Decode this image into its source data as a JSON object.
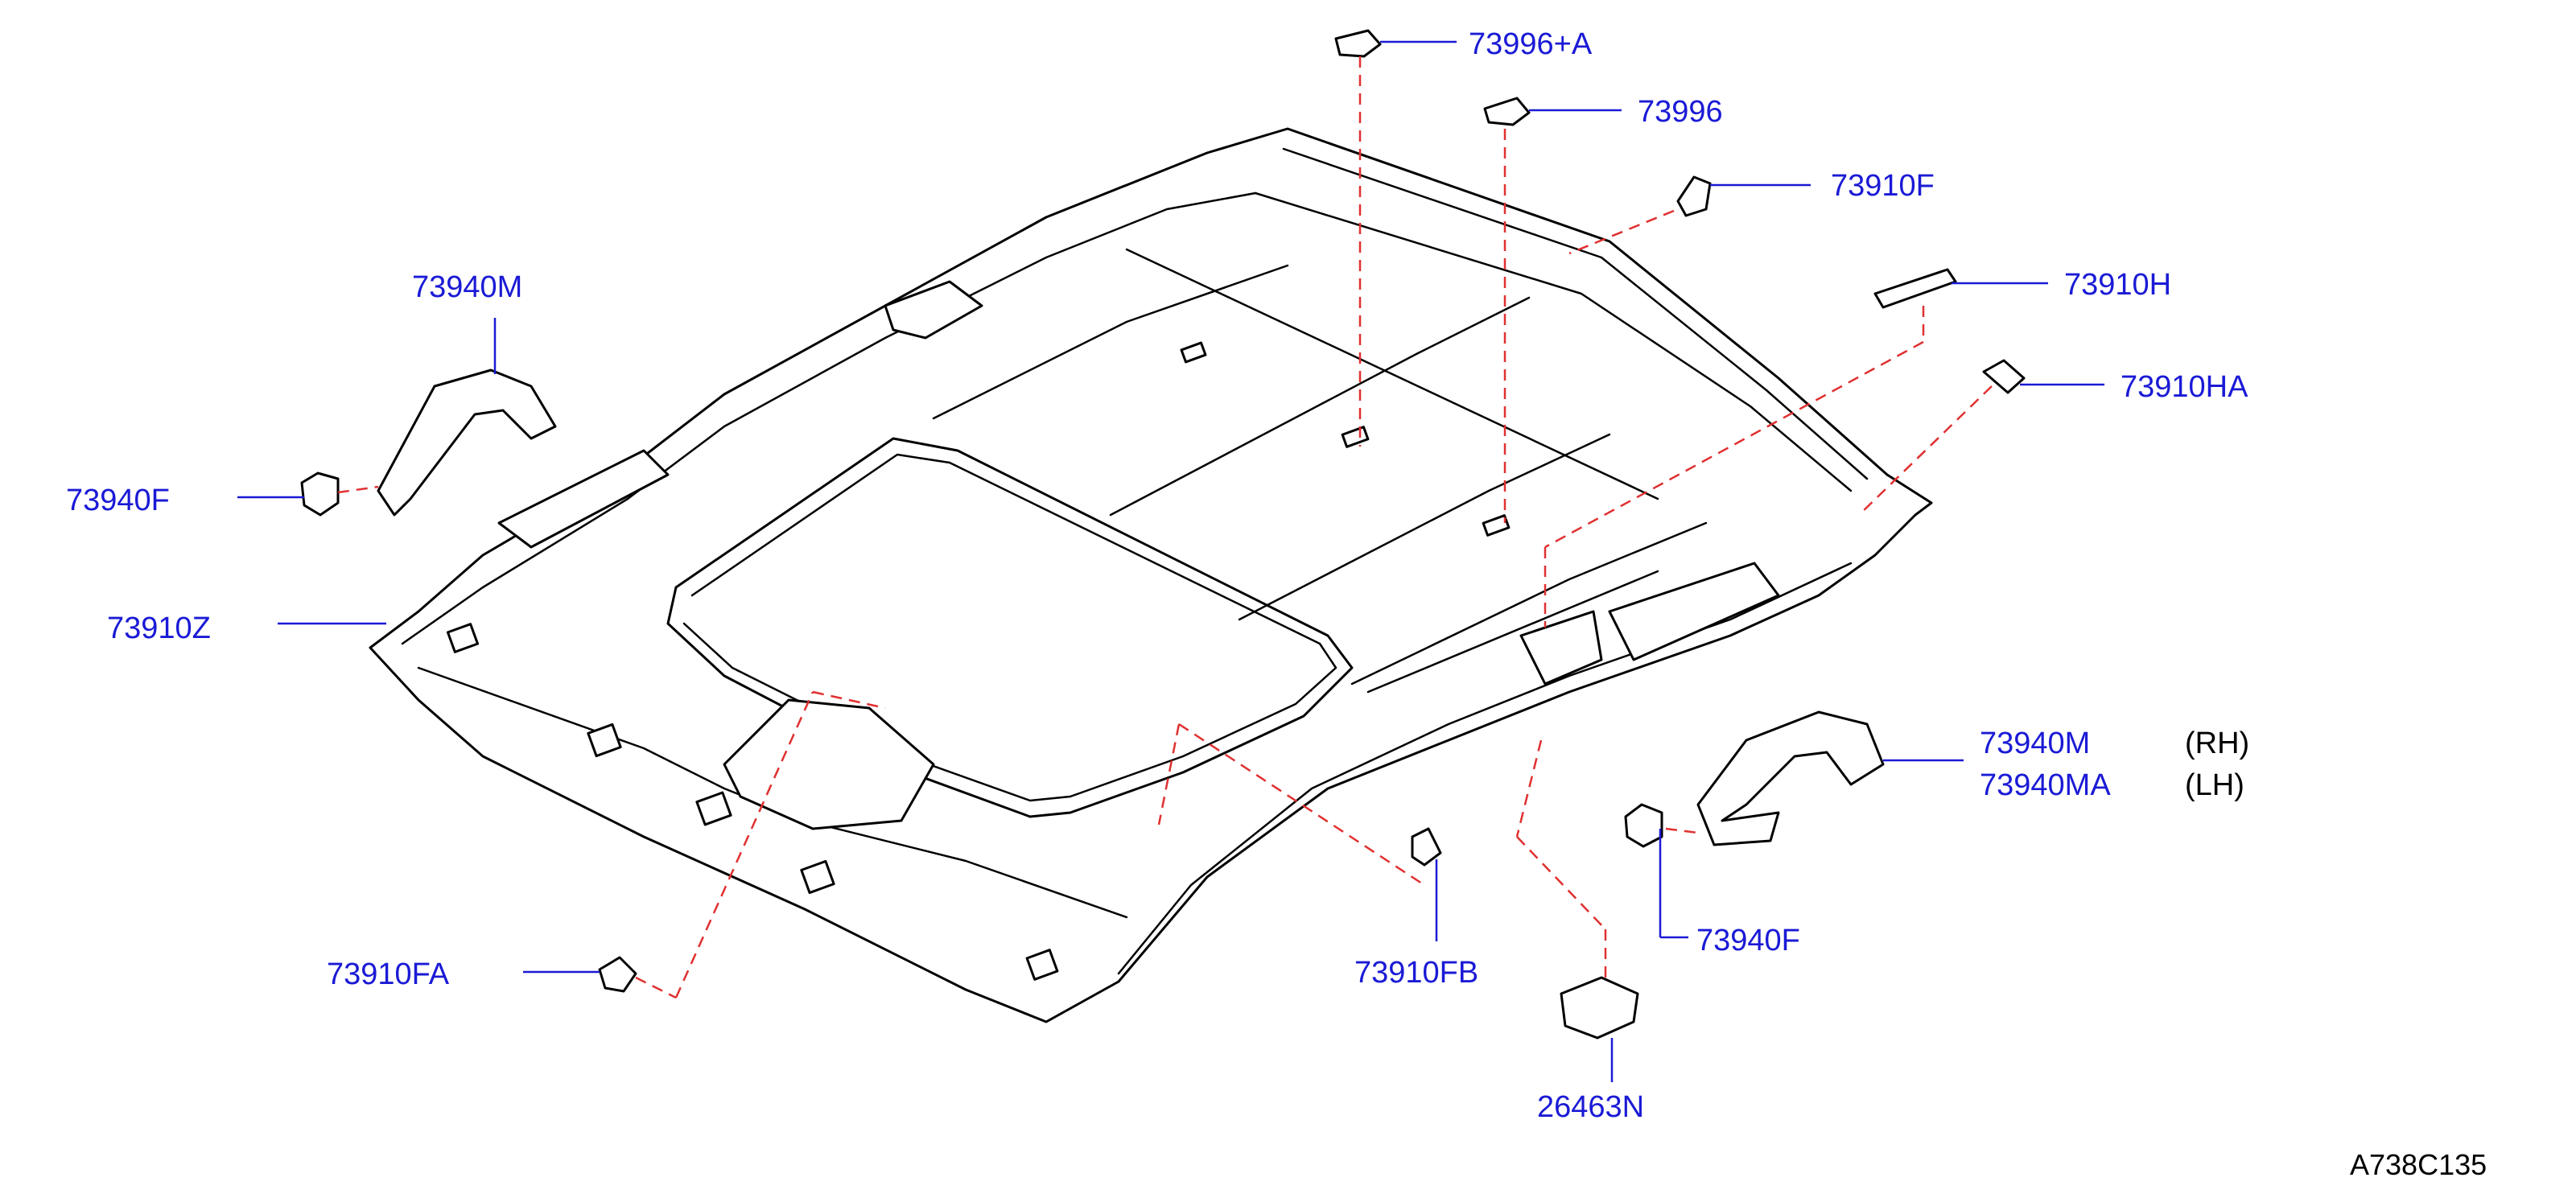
{
  "colors": {
    "part_number": "#1a1ad6",
    "leader": "#1a1ad6",
    "dashed_connector": "#e03030",
    "outline": "#000000"
  },
  "parts": {
    "p_73996_a": "73996+A",
    "p_73996": "73996",
    "p_73910f": "73910F",
    "p_73910h": "73910H",
    "p_73910ha": "73910HA",
    "p_73940m_left": "73940M",
    "p_73940f_left": "73940F",
    "p_73910z": "73910Z",
    "p_73940m_right": "73940M",
    "p_73940ma_right": "73940MA",
    "p_73940f_right": "73940F",
    "p_73910fa": "73910FA",
    "p_73910fb": "73910FB",
    "p_26463n": "26463N"
  },
  "side_labels": {
    "rh": "(RH)",
    "lh": "(LH)"
  },
  "figure_code": "A738C135"
}
